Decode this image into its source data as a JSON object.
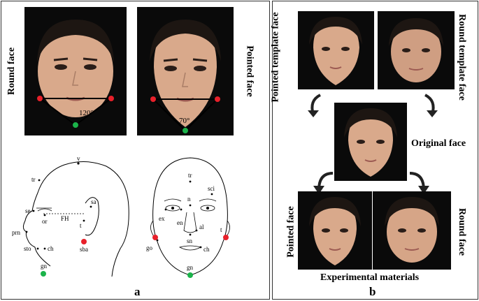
{
  "panel_a": {
    "label": "a",
    "round_face_label": "Round face",
    "pointed_face_label": "Pointed face",
    "round_angle": "120°",
    "pointed_angle": "70°",
    "profile_landmarks": {
      "v": "v",
      "tr": "tr",
      "se": "se",
      "or": "or",
      "fh": "FH",
      "sa": "sa",
      "t": "t",
      "prn": "prn",
      "sto": "sto",
      "ch": "ch",
      "sba": "sba",
      "gn": "gn"
    },
    "frontal_landmarks": {
      "tr": "tr",
      "sci": "sci",
      "n": "n",
      "ex": "ex",
      "en": "en",
      "al": "al",
      "t": "t",
      "sn": "sn",
      "go": "go",
      "ch": "ch",
      "gn": "gn"
    },
    "colors": {
      "red_point": "#e8202a",
      "green_point": "#1bb34a"
    }
  },
  "panel_b": {
    "label": "b",
    "pointed_template_label": "Pointed template face",
    "round_template_label": "Round template face",
    "original_label": "Original face",
    "pointed_face_label": "Pointed face",
    "round_face_label": "Round face",
    "experimental_label": "Experimental materials"
  }
}
